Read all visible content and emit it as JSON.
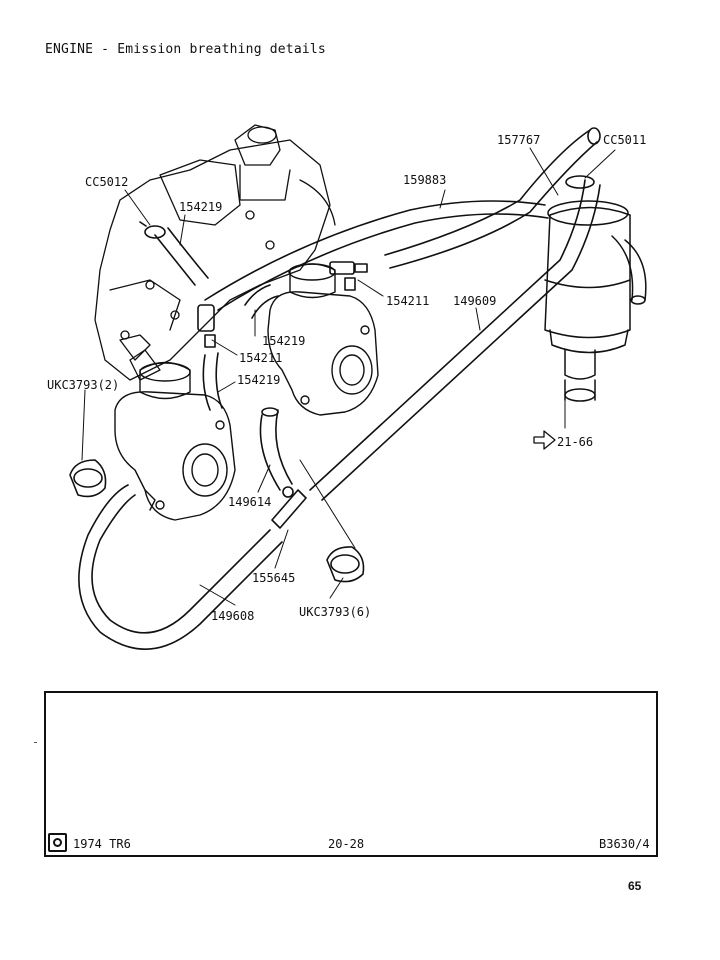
{
  "header": {
    "title": "ENGINE - Emission breathing details"
  },
  "diagram": {
    "labels": {
      "p157767": "157767",
      "cc5011": "CC5011",
      "cc5012": "CC5012",
      "p159883": "159883",
      "p154219_top": "154219",
      "p154211_right": "154211",
      "p149609": "149609",
      "p154219_mid": "154219",
      "p154211_mid": "154211",
      "p154219_low": "154219",
      "ukc3793_2": "UKC3793(2)",
      "ref_21_66": "21-66",
      "p149614": "149614",
      "p155645": "155645",
      "p149608": "149608",
      "ukc3793_6": "UKC3793(6)"
    }
  },
  "footer": {
    "model": "1974 TR6",
    "page_ref": "20-28",
    "plate_code": "B3630/4"
  },
  "page_number": "65"
}
